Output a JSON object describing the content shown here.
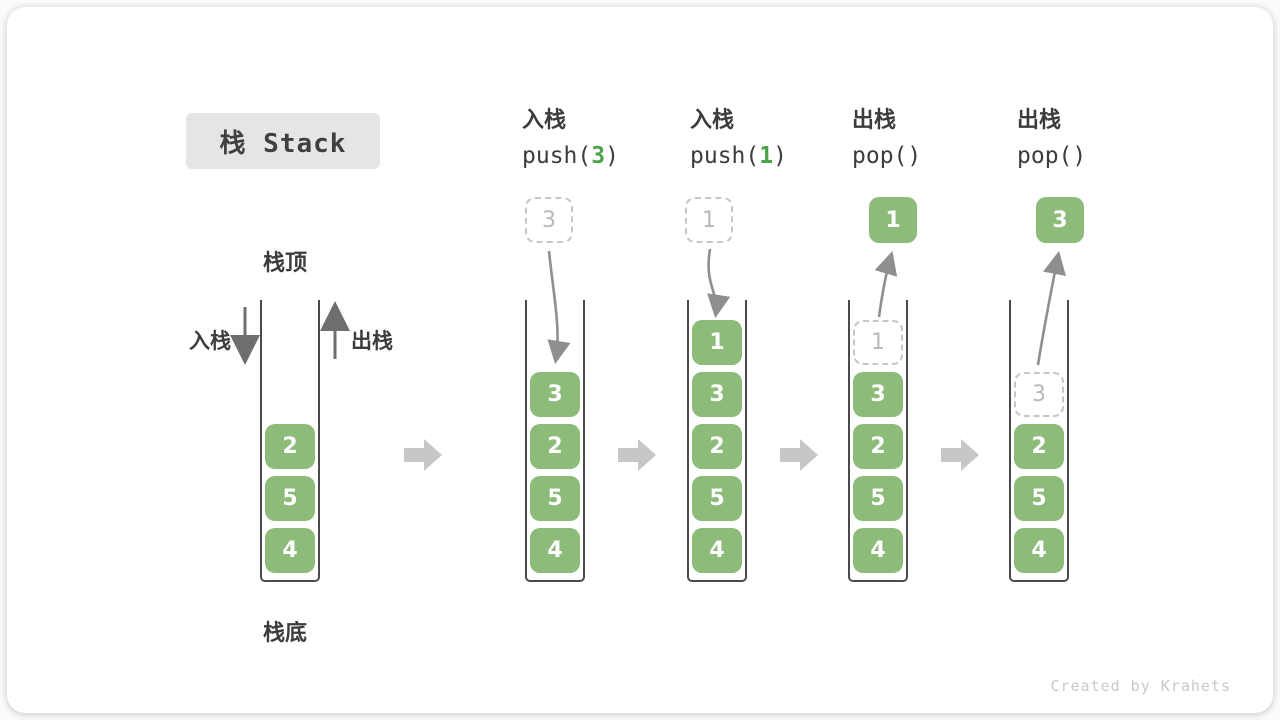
{
  "title": "栈 Stack",
  "labels": {
    "stack_top": "栈顶",
    "stack_bottom": "栈底",
    "push_side": "入栈",
    "pop_side": "出栈"
  },
  "operations": [
    {
      "action": "入栈",
      "fn": "push(",
      "arg": "3",
      "close": ")"
    },
    {
      "action": "入栈",
      "fn": "push(",
      "arg": "1",
      "close": ")"
    },
    {
      "action": "出栈",
      "fn": "pop(",
      "arg": "",
      "close": ")"
    },
    {
      "action": "出栈",
      "fn": "pop(",
      "arg": "",
      "close": ")"
    }
  ],
  "stacks": [
    {
      "values": [
        "2",
        "5",
        "4"
      ]
    },
    {
      "incoming": "3",
      "values": [
        "3",
        "2",
        "5",
        "4"
      ]
    },
    {
      "incoming": "1",
      "values": [
        "1",
        "3",
        "2",
        "5",
        "4"
      ]
    },
    {
      "outgoing": "1",
      "removed": "1",
      "values": [
        "3",
        "2",
        "5",
        "4"
      ]
    },
    {
      "outgoing": "3",
      "removed": "3",
      "values": [
        "2",
        "5",
        "4"
      ]
    }
  ],
  "watermark": "Created by Krahets",
  "colors": {
    "block_green": "#8CBB7A",
    "code_arg_green": "#4EA34A",
    "dashed_gray": "#C6C6C6",
    "curved_arrow_gray": "#8F8F8F",
    "flow_arrow_gray": "#C7C7C7",
    "text_dark": "#3C3C3C",
    "title_background": "#E5E5E5",
    "watermark_gray": "#C9C9C9"
  }
}
